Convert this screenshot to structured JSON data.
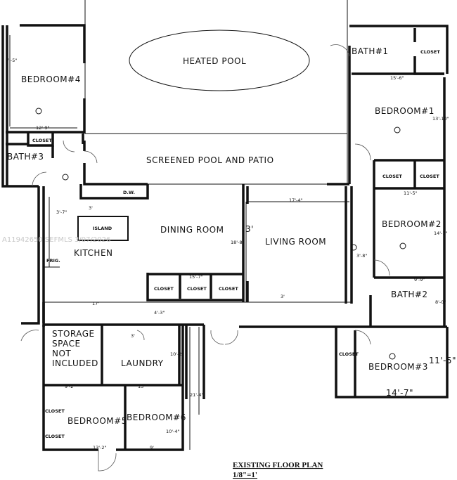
{
  "title": "EXISTING FLOOR PLAN",
  "scale": "1/8\"=1'",
  "watermark": "A11942650  SEFMLS 3/07/2026",
  "rooms": {
    "heated_pool": "HEATED POOL",
    "screened_pool_patio": "SCREENED POOL AND PATIO",
    "bedroom4": "BEDROOM#4",
    "bath3": "BATH#3",
    "bath1": "BATH#1",
    "bedroom1": "BEDROOM#1",
    "bedroom2": "BEDROOM#2",
    "bath2": "BATH#2",
    "bedroom3": "BEDROOM#3",
    "kitchen": "KITCHEN",
    "island": "ISLAND",
    "dining_room": "DINING ROOM",
    "living_room": "LIVING ROOM",
    "storage": [
      "STORAGE",
      "SPACE",
      "NOT",
      "INCLUDED"
    ],
    "laundry": "LAUNDRY",
    "bedroom5": "BEDROOM#5",
    "bedroom6": "BEDROOM#6"
  },
  "fixtures": {
    "closet": "CLOSET",
    "dishwasher": "D.W.",
    "fridge": "FRIG."
  },
  "dimensions": {
    "bedroom4_width": "7'-5\"",
    "bedroom4_length": "12'-9\"",
    "bedroom1_width": "15'-6\"",
    "bedroom1_length": "13'-10\"",
    "bedroom2_width": "11'-5\"",
    "bedroom2_length": "14'-1\"",
    "hall_width": "3'-8\"",
    "bath2_width": "9'-9\"",
    "bath2_length": "8'-0\"",
    "bedroom3_length": "11'-5\"",
    "bedroom3_width": "14'-7\"",
    "kitchen_island_gap": "3'",
    "kitchen_aisle": "3'-7\"",
    "kitchen_length": "17'",
    "closets_width": "15'-7\"",
    "dining_depth": "18'-8\"",
    "dining_opening": "3'",
    "living_width": "17'-4\"",
    "living_opening": "3'",
    "hall_depth": "4'-3\"",
    "laundry_opening": "3'",
    "storage_width": "9'-2\"",
    "laundry_width": "13'",
    "laundry_length": "10'-2\"",
    "wing_length": "21'-4\"",
    "bedroom5_width": "13'-2\"",
    "bedroom6_width": "9'",
    "bedroom6_length": "10'-4\""
  }
}
